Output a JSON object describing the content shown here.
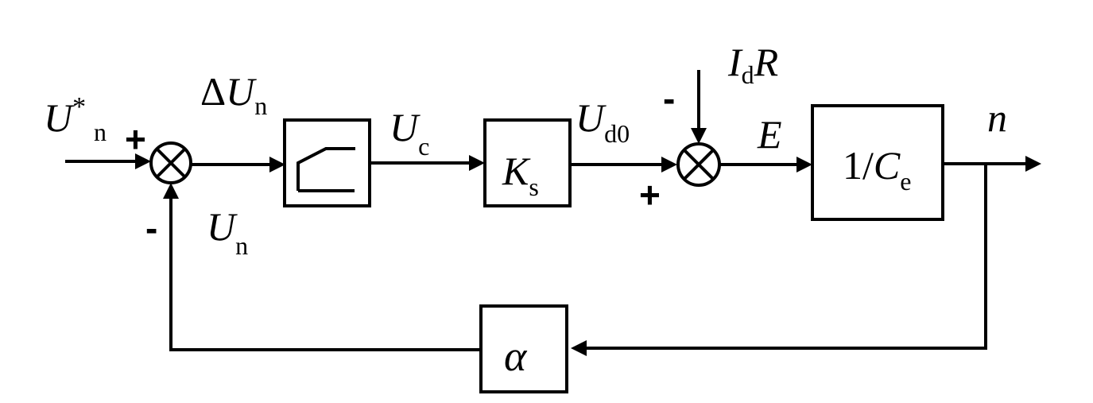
{
  "labels": {
    "ref_main": "U",
    "ref_sup": "*",
    "ref_sub": "n",
    "err_delta": "Δ",
    "err_main": "U",
    "err_sub": "n",
    "fb_main": "U",
    "fb_sub": "n",
    "uc_main": "U",
    "uc_sub": "c",
    "ud0_main": "U",
    "ud0_sub": "d0",
    "dist_i": "I",
    "dist_sub": "d",
    "dist_r": "R",
    "e_label": "E",
    "out_label": "n"
  },
  "blocks": {
    "ks_main": "K",
    "ks_sub": "s",
    "ce_prefix": "1/",
    "ce_main": "C",
    "ce_sub": "e",
    "alpha": "α"
  },
  "signs": {
    "sum1_plus": "+",
    "sum1_minus": "-",
    "sum2_plus": "+",
    "sum2_minus": "-"
  }
}
